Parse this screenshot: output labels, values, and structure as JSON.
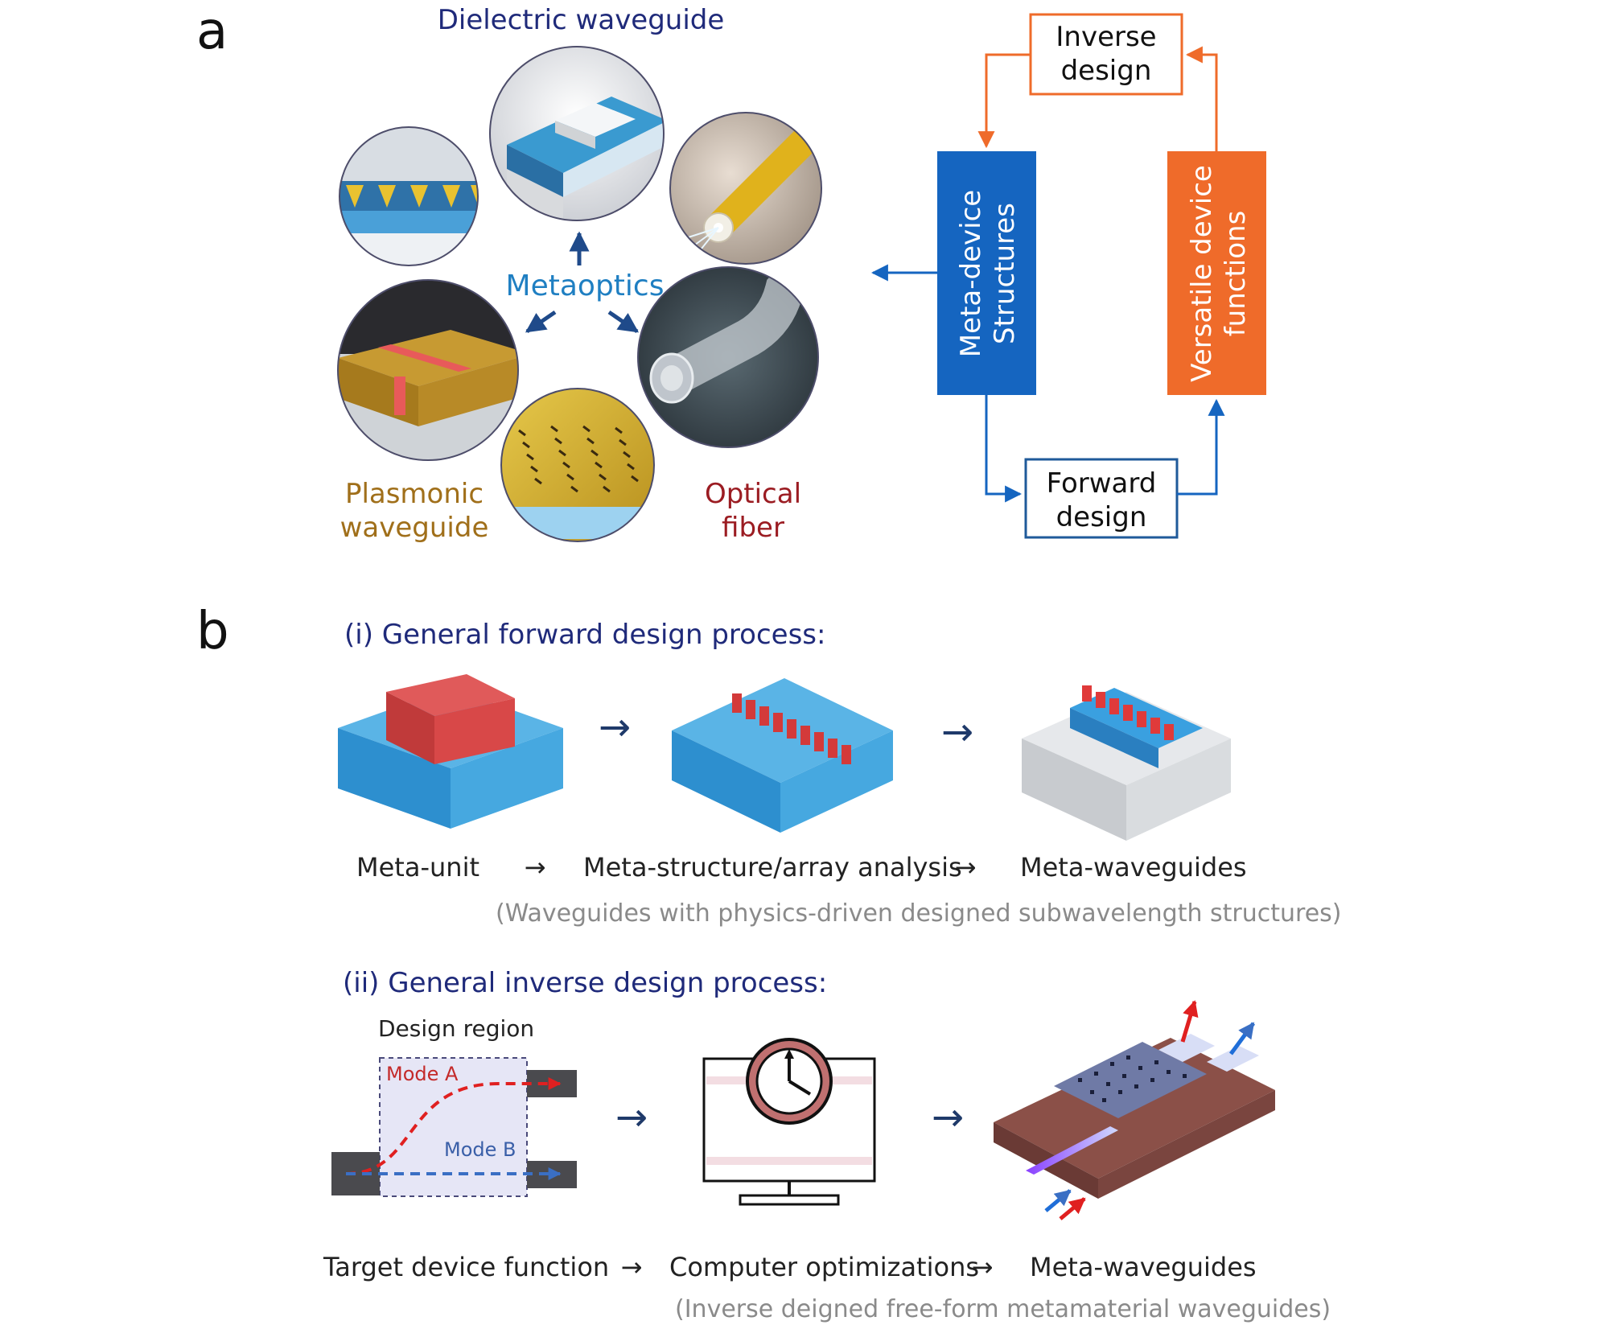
{
  "panel_a": {
    "label": "a",
    "metaoptics": "Metaoptics",
    "dielectric": "Dielectric waveguide",
    "plasmonic": [
      "Plasmonic",
      "waveguide"
    ],
    "optical_fiber": [
      "Optical",
      "fiber"
    ],
    "flow": {
      "inverse": [
        "Inverse",
        "design"
      ],
      "forward": [
        "Forward",
        "design"
      ],
      "structures": [
        "Meta-device",
        "Structures"
      ],
      "functions": [
        "Versatile device",
        "functions"
      ]
    }
  },
  "panel_b": {
    "label": "b",
    "forward_title": "(i) General forward design process:",
    "forward_steps": [
      "Meta-unit",
      "Meta-structure/array analysis",
      "Meta-waveguides"
    ],
    "forward_note": "(Waveguides with physics-driven designed subwavelength structures)",
    "inverse_title": "(ii) General inverse design process:",
    "design_region": "Design region",
    "mode_a": "Mode A",
    "mode_b": "Mode B",
    "inverse_steps": [
      "Target device function",
      "Computer optimizations",
      "Meta-waveguides"
    ],
    "inverse_note": "(Inverse deigned free-form metamaterial waveguides)",
    "arrow_glyph": "→"
  },
  "colors": {
    "navy": "#1f2a7a",
    "blue": "#1565c0",
    "orange": "#ef6b2a",
    "brown": "#a06f1a",
    "darkred": "#9b1c22",
    "metaoptics": "#1f7fc2",
    "gray_text": "#8a8a8a",
    "cyan": "#38a8de",
    "red_block": "#d43e3e"
  }
}
